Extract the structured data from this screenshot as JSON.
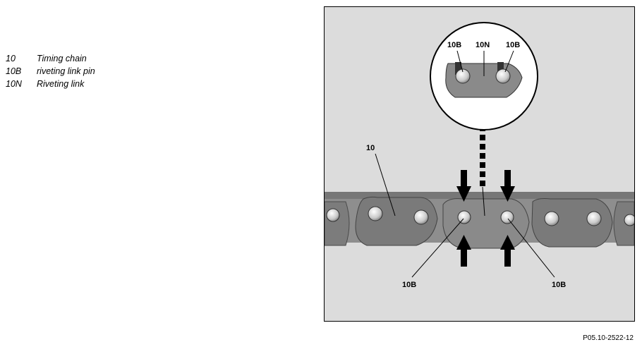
{
  "legend": {
    "items": [
      {
        "code": "10",
        "description": "Timing chain"
      },
      {
        "code": "10B",
        "description": "riveting link pin"
      },
      {
        "code": "10N",
        "description": "Riveting link"
      }
    ]
  },
  "figure": {
    "callouts": {
      "chain": "10",
      "pin_left_detail": "10B",
      "link_detail": "10N",
      "pin_right_detail": "10B",
      "pin_left": "10B",
      "pin_right": "10B"
    },
    "figure_id": "P05.10-2522-12"
  }
}
